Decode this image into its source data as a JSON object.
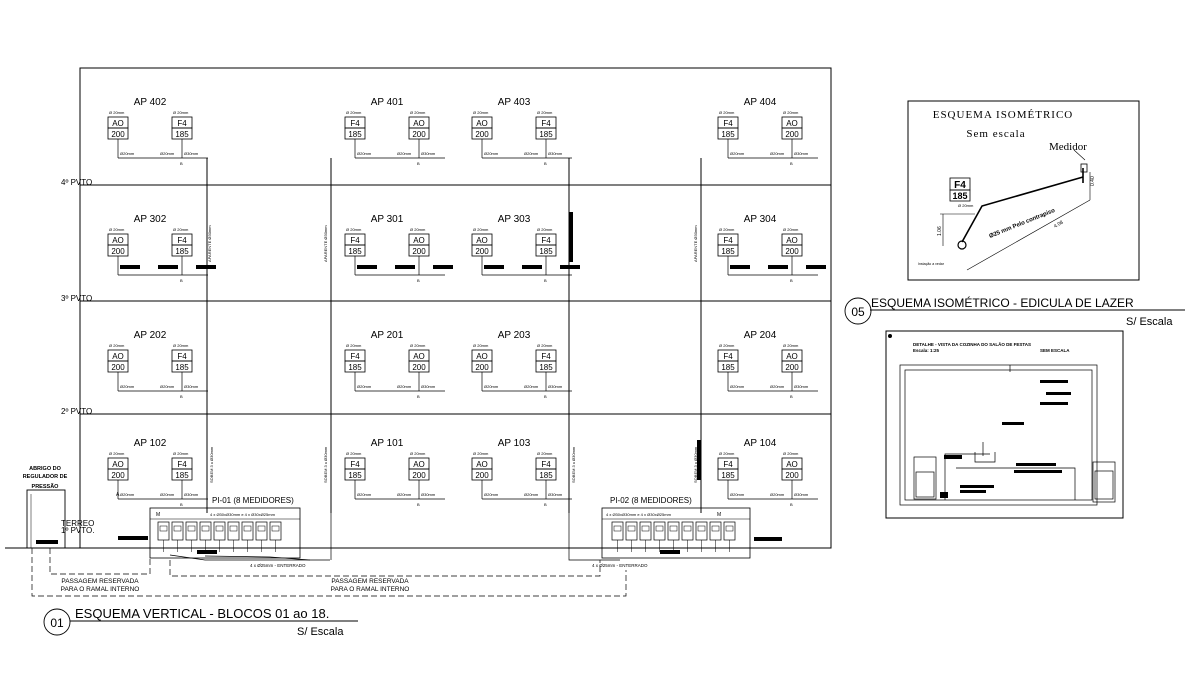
{
  "units": [
    {
      "label": "AP 402",
      "left": {
        "tag": "AO",
        "val": "200"
      },
      "right": {
        "tag": "F4",
        "val": "185"
      }
    },
    {
      "label": "AP 401",
      "left": {
        "tag": "F4",
        "val": "185"
      },
      "right": {
        "tag": "AO",
        "val": "200"
      }
    },
    {
      "label": "AP 403",
      "left": {
        "tag": "AO",
        "val": "200"
      },
      "right": {
        "tag": "F4",
        "val": "185"
      }
    },
    {
      "label": "AP 404",
      "left": {
        "tag": "F4",
        "val": "185"
      },
      "right": {
        "tag": "AO",
        "val": "200"
      }
    },
    {
      "label": "AP 302",
      "left": {
        "tag": "AO",
        "val": "200"
      },
      "right": {
        "tag": "F4",
        "val": "185"
      }
    },
    {
      "label": "AP 301",
      "left": {
        "tag": "F4",
        "val": "185"
      },
      "right": {
        "tag": "AO",
        "val": "200"
      }
    },
    {
      "label": "AP 303",
      "left": {
        "tag": "AO",
        "val": "200"
      },
      "right": {
        "tag": "F4",
        "val": "185"
      }
    },
    {
      "label": "AP 304",
      "left": {
        "tag": "F4",
        "val": "185"
      },
      "right": {
        "tag": "AO",
        "val": "200"
      }
    },
    {
      "label": "AP 202",
      "left": {
        "tag": "AO",
        "val": "200"
      },
      "right": {
        "tag": "F4",
        "val": "185"
      }
    },
    {
      "label": "AP 201",
      "left": {
        "tag": "F4",
        "val": "185"
      },
      "right": {
        "tag": "AO",
        "val": "200"
      }
    },
    {
      "label": "AP 203",
      "left": {
        "tag": "AO",
        "val": "200"
      },
      "right": {
        "tag": "F4",
        "val": "185"
      }
    },
    {
      "label": "AP 204",
      "left": {
        "tag": "F4",
        "val": "185"
      },
      "right": {
        "tag": "AO",
        "val": "200"
      }
    },
    {
      "label": "AP 102",
      "left": {
        "tag": "AO",
        "val": "200"
      },
      "right": {
        "tag": "F4",
        "val": "185"
      }
    },
    {
      "label": "AP 101",
      "left": {
        "tag": "F4",
        "val": "185"
      },
      "right": {
        "tag": "AO",
        "val": "200"
      }
    },
    {
      "label": "AP 103",
      "left": {
        "tag": "AO",
        "val": "200"
      },
      "right": {
        "tag": "F4",
        "val": "185"
      }
    },
    {
      "label": "AP 104",
      "left": {
        "tag": "F4",
        "val": "185"
      },
      "right": {
        "tag": "AO",
        "val": "200"
      }
    }
  ],
  "pipe_small": {
    "fixture": "Ø 20mm",
    "run_a": "Ø20mm",
    "run_b": "Ø30mm",
    "run_c": "Ø25mm",
    "tee": "B"
  },
  "floors": {
    "f4": "4º PVTO",
    "f3": "3º PVTO",
    "f2": "2º PVTO",
    "ground1": "TERREO",
    "ground2": "1º PVTO."
  },
  "risers": {
    "aparente": "APARENTE Ø30mm",
    "embutida": "SOBEM 3 x Ø30mm"
  },
  "meters": {
    "pi01": "PI-01 (8 MEDIDORES)",
    "pi02": "PI-02 (8 MEDIDORES)",
    "manifold": "4 x Ø30xØ30mm e 4 x Ø30xØ25mm",
    "buried_a": "4 x Ø25mm - ENTERRADO",
    "buried_b": "4 x Ø25mm - ENTERRADO",
    "mark_m": "M",
    "mark_a": "A"
  },
  "regulator": {
    "line1": "ABRIGO DO",
    "line2": "REGULADOR DE",
    "line3": "PRESSÃO"
  },
  "passage": {
    "line1": "PASSAGEM RESERVADA",
    "line2": "PARA O RAMAL INTERNO"
  },
  "title_main": {
    "number": "01",
    "title": "ESQUEMA VERTICAL - BLOCOS 01 ao  18.",
    "scale": "S/ Escala"
  },
  "iso": {
    "heading": "ESQUEMA ISOMÉTRICO",
    "sub": "Sem escala",
    "meter": "Medidor",
    "pipe_label": "Ø25 mm Pelo contrapiso",
    "device_tag": "F4",
    "device_val": "185",
    "device_note": "Ø 20mm",
    "valve_note": "Instação a vedar",
    "dim_a": "1.06",
    "dim_b": "0.40",
    "dim_c": "4.08"
  },
  "title_iso": {
    "number": "05",
    "title": "ESQUEMA ISOMÉTRICO -  EDICULA DE LAZER",
    "scale": "S/ Escala"
  },
  "detail": {
    "title": "DETALHE - VISTA DA COZINHA DO SALÃO DE FESTAS",
    "scale": "Escala: 1:25",
    "note": "SEM ESCALA"
  },
  "colors": {
    "line": "#000000",
    "paper": "#ffffff"
  }
}
